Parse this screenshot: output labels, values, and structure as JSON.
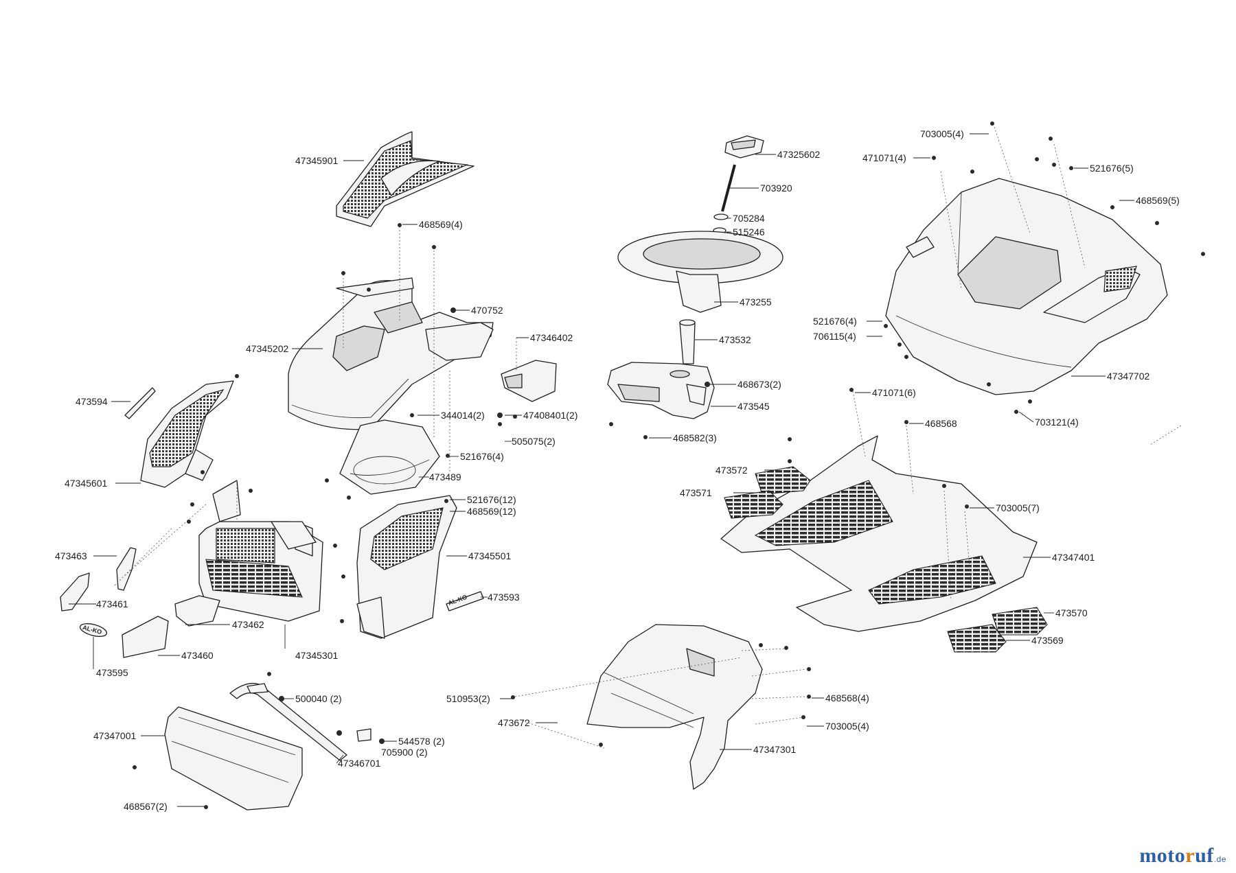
{
  "labels": {
    "p47345901": "47345901",
    "p468569_4": "468569(4)",
    "p470752": "470752",
    "p47345202": "47345202",
    "p47346402": "47346402",
    "p473594": "473594",
    "p344014_2": "344014(2)",
    "p47408401_2": "47408401(2)",
    "p505075_2": "505075(2)",
    "p521676_4a": "521676(4)",
    "p473489": "473489",
    "p47345601": "47345601",
    "p521676_12": "521676(12)",
    "p468569_12": "468569(12)",
    "p473463": "473463",
    "p47345501": "47345501",
    "p473461": "473461",
    "p473593": "473593",
    "p473462": "473462",
    "p473460": "473460",
    "p47345301": "47345301",
    "p473595": "473595",
    "p500040_2": "500040 (2)",
    "p47347001": "47347001",
    "p544578_2": "544578 (2)",
    "p705900_2": "705900 (2)",
    "p47346701": "47346701",
    "p468567_2": "468567(2)",
    "p47325602": "47325602",
    "p703920": "703920",
    "p705284": "705284",
    "p515246": "515246",
    "p473255": "473255",
    "p473532": "473532",
    "p468673_2": "468673(2)",
    "p473545": "473545",
    "p468582_3": "468582(3)",
    "p703005_4a": "703005(4)",
    "p471071_4": "471071(4)",
    "p521676_5": "521676(5)",
    "p468569_5": "468569(5)",
    "p521676_4b": "521676(4)",
    "p706115_4": "706115(4)",
    "p47347702": "47347702",
    "p471071_6": "471071(6)",
    "p703121_4": "703121(4)",
    "p468568": "468568",
    "p473572": "473572",
    "p473571": "473571",
    "p703005_7": "703005(7)",
    "p47347401": "47347401",
    "p473570": "473570",
    "p473569": "473569",
    "p510953_2": "510953(2)",
    "p468568_4": "468568(4)",
    "p473672": "473672",
    "p703005_4b": "703005(4)",
    "p47347301": "47347301"
  },
  "emblems": {
    "logo_front": "AL-KO",
    "logo_side": "AL-KO"
  },
  "watermark": {
    "main_a": "moto",
    "accent": "r",
    "main_b": "uf",
    "tld": ".de"
  },
  "colors": {
    "line": "#1e1e1e",
    "watermark_blue": "#2d5fa8",
    "watermark_orange": "#e07a10"
  }
}
